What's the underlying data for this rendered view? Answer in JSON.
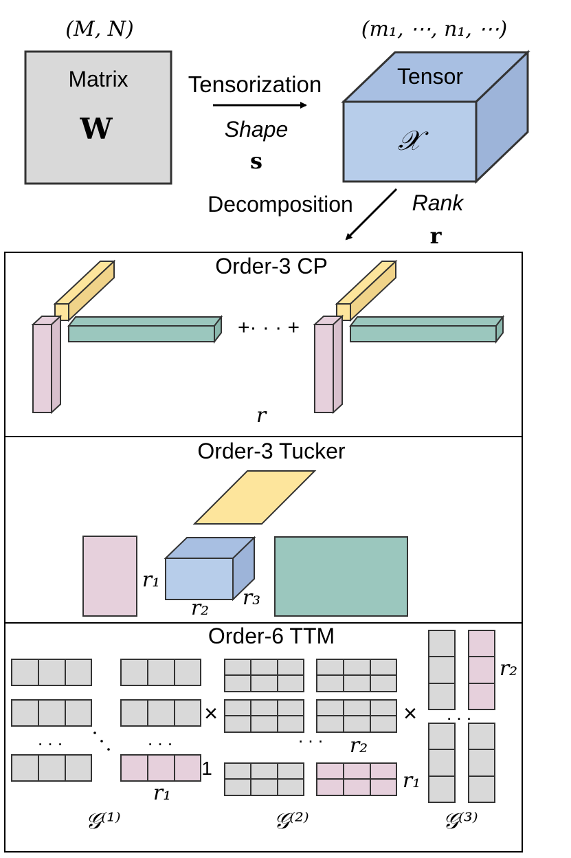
{
  "top": {
    "matrix_shape": "(M, N)",
    "matrix_title": "Matrix",
    "matrix_symbol": "W",
    "tensorization_label": "Tensorization",
    "shape_label": "Shape",
    "shape_symbol": "s",
    "tensor_shape": "(m₁, ⋯, n₁, ⋯)",
    "tensor_title": "Tensor",
    "tensor_symbol": "𝒳",
    "decomposition_label": "Decomposition",
    "rank_label": "Rank",
    "rank_symbol": "r"
  },
  "cp": {
    "title": "Order-3 CP",
    "plus_dots": "+· · · +",
    "rank_label": "r"
  },
  "tucker": {
    "title": "Order-3 Tucker",
    "r1": "r₁",
    "r2": "r₂",
    "r3": "r₃"
  },
  "ttm": {
    "title": "Order-6 TTM",
    "times1": "×",
    "times2": "×",
    "dots_left": ". . .",
    "dots_mid": ". . .",
    "dots_g2": ". . .",
    "dots_g3": ". . .",
    "one": "1",
    "r1_g1": "r₁",
    "r2_g2": "r₂",
    "r1_g2": "r₁",
    "r2_g3": "r₂",
    "g1_label": "𝒢⁽¹⁾",
    "g2_label": "𝒢⁽²⁾",
    "g3_label": "𝒢⁽³⁾"
  },
  "colors": {
    "gray": "#d9d9d9",
    "pink": "#e6d0dc",
    "yellow": "#fde59c",
    "teal": "#9bc7be",
    "blue_front": "#b7cdea",
    "blue_top": "#a8bfe2",
    "blue_side": "#9db4d9"
  }
}
